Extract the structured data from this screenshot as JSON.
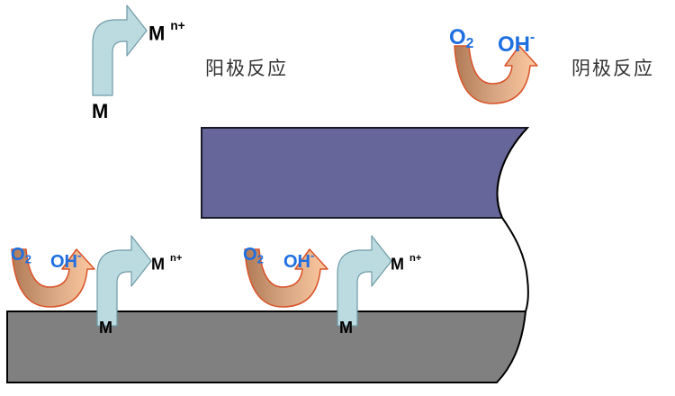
{
  "labels": {
    "anode_reaction": "阳极反应",
    "cathode_reaction": "阴极反应",
    "metal": "M",
    "ion_base": "M",
    "ion_charge": "n+",
    "oxygen_base": "O",
    "oxygen_sub": "2",
    "hydroxide_base": "OH",
    "hydroxide_charge": "-"
  },
  "colors": {
    "metal_arrow_fill": "#bcdbe1",
    "metal_arrow_stroke": "#6f9aa6",
    "cathode_arrow_dark": "#b07a55",
    "cathode_arrow_light": "#fcc9a0",
    "cathode_arrow_stroke": "#d9532a",
    "chem_text": "#1f6fe0",
    "upper_plate": "#66669a",
    "base_plate": "#808080"
  },
  "icons": {
    "metal_dissolution": "curved-up-right-arrow",
    "oxygen_reduction": "u-turn-arrow"
  }
}
